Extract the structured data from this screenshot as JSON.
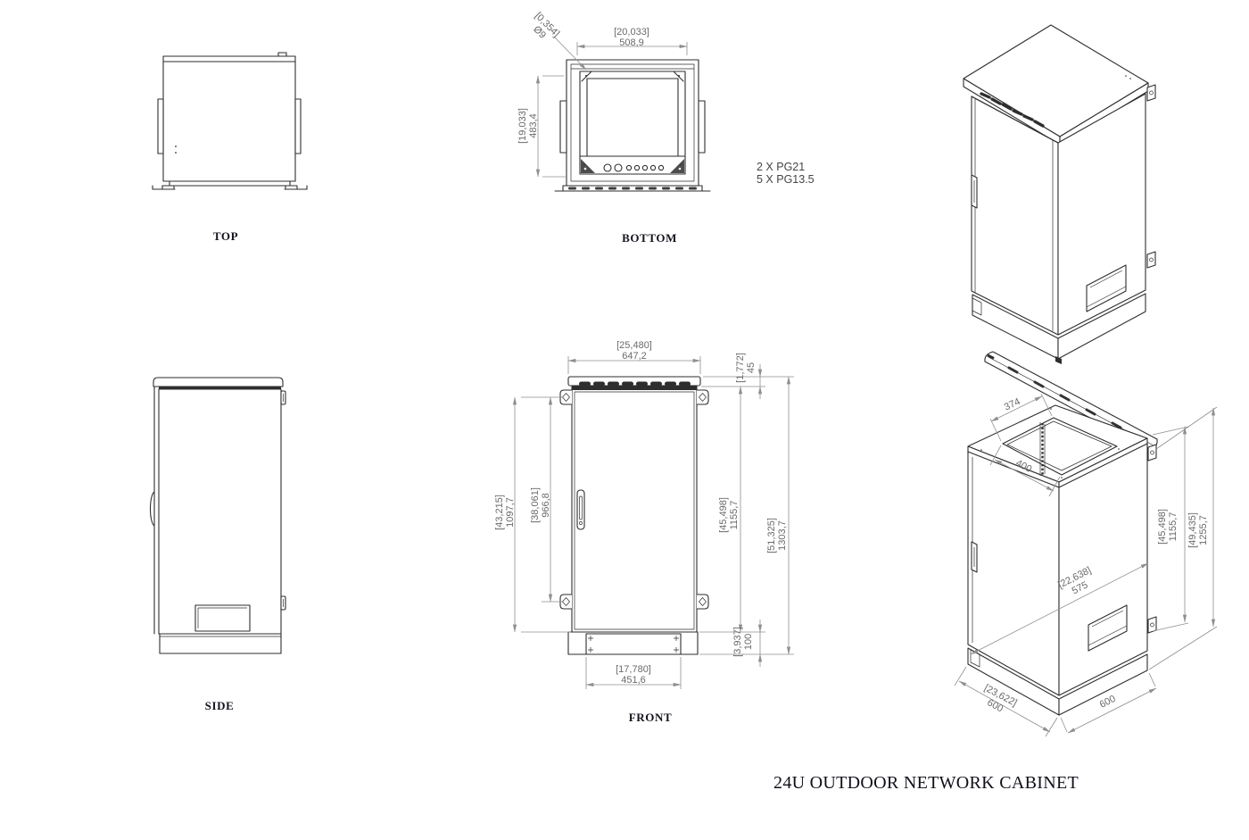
{
  "title": "24U OUTDOOR NETWORK CABINET",
  "views": {
    "top": {
      "label": "TOP"
    },
    "bottom": {
      "label": "BOTTOM",
      "dim_width_in": "[20,033]",
      "dim_width_mm": "508,9",
      "dim_depth_in": "[19,033]",
      "dim_depth_mm": "483,4",
      "dim_hole_in": "[0,354]",
      "dim_hole_mm": "Ø9",
      "note_glands_1": "2 X  PG21",
      "note_glands_2": "5 X PG13.5"
    },
    "side": {
      "label": "SIDE"
    },
    "front": {
      "label": "FRONT",
      "dim_roof_width_in": "[25,480]",
      "dim_roof_width_mm": "647,2",
      "dim_roof_height_in": "[1,772]",
      "dim_roof_height_mm": "45",
      "dim_mount_span_in": "[43,215]",
      "dim_mount_span_mm": "1097,7",
      "dim_hole_span_in": "[38,061]",
      "dim_hole_span_mm": "966,8",
      "dim_body_height_in": "[45,498]",
      "dim_body_height_mm": "1155,7",
      "dim_total_height_in": "[51,325]",
      "dim_total_height_mm": "1303,7",
      "dim_plinth_height_in": "[3,937]",
      "dim_plinth_height_mm": "100",
      "dim_plinth_width_in": "[17,780]",
      "dim_plinth_width_mm": "451,6"
    },
    "iso_open": {
      "dim_opening_depth": "374",
      "dim_opening_width": "400",
      "dim_body_height_in": "[45,498]",
      "dim_body_height_mm": "1155,7",
      "dim_total_height_in": "[49,435]",
      "dim_total_height_mm": "1255,7",
      "dim_side_depth_in": "[22,638]",
      "dim_side_depth_mm": "575",
      "dim_base_width_in": "[23,622]",
      "dim_base_width_mm": "600",
      "dim_base_depth": "600"
    }
  }
}
